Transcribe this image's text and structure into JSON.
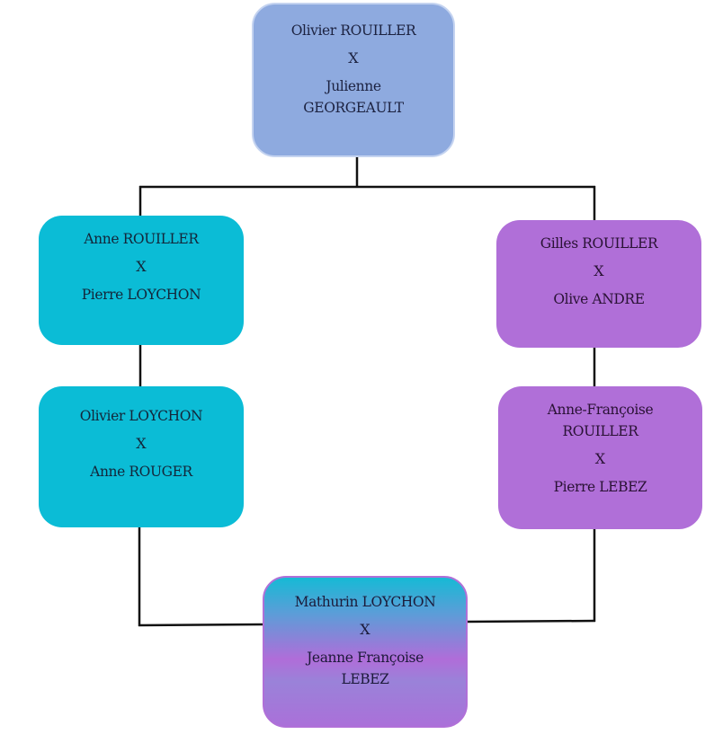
{
  "diagram": {
    "type": "family-tree",
    "marriage_symbol": "X",
    "couples": [
      {
        "id": "root",
        "generation": 1,
        "spouse1": [
          "Olivier ROUILLER"
        ],
        "spouse2": [
          "Julienne",
          "GEORGEAULT"
        ],
        "color": "#8eaadf"
      },
      {
        "id": "left-gen2",
        "generation": 2,
        "spouse1": [
          "Anne ROUILLER"
        ],
        "spouse2": [
          "Pierre LOYCHON"
        ],
        "color": "#0bbcd6"
      },
      {
        "id": "right-gen2",
        "generation": 2,
        "spouse1": [
          "Gilles ROUILLER"
        ],
        "spouse2": [
          "Olive ANDRE"
        ],
        "color": "#b06fd8"
      },
      {
        "id": "left-gen3",
        "generation": 3,
        "spouse1": [
          "Olivier LOYCHON"
        ],
        "spouse2": [
          "Anne ROUGER"
        ],
        "color": "#0bbcd6"
      },
      {
        "id": "right-gen3",
        "generation": 3,
        "spouse1": [
          "Anne-Françoise",
          "ROUILLER"
        ],
        "spouse2": [
          "Pierre LEBEZ"
        ],
        "color": "#b06fd8"
      },
      {
        "id": "union",
        "generation": 4,
        "spouse1": [
          "Mathurin LOYCHON"
        ],
        "spouse2": [
          "Jeanne Françoise",
          "LEBEZ"
        ],
        "color_gradient": [
          "#16bad5",
          "#b06dd9"
        ]
      }
    ],
    "edges": [
      [
        "root",
        "left-gen2"
      ],
      [
        "root",
        "right-gen2"
      ],
      [
        "left-gen2",
        "left-gen3"
      ],
      [
        "right-gen2",
        "right-gen3"
      ],
      [
        "left-gen3",
        "union"
      ],
      [
        "right-gen3",
        "union"
      ]
    ]
  }
}
